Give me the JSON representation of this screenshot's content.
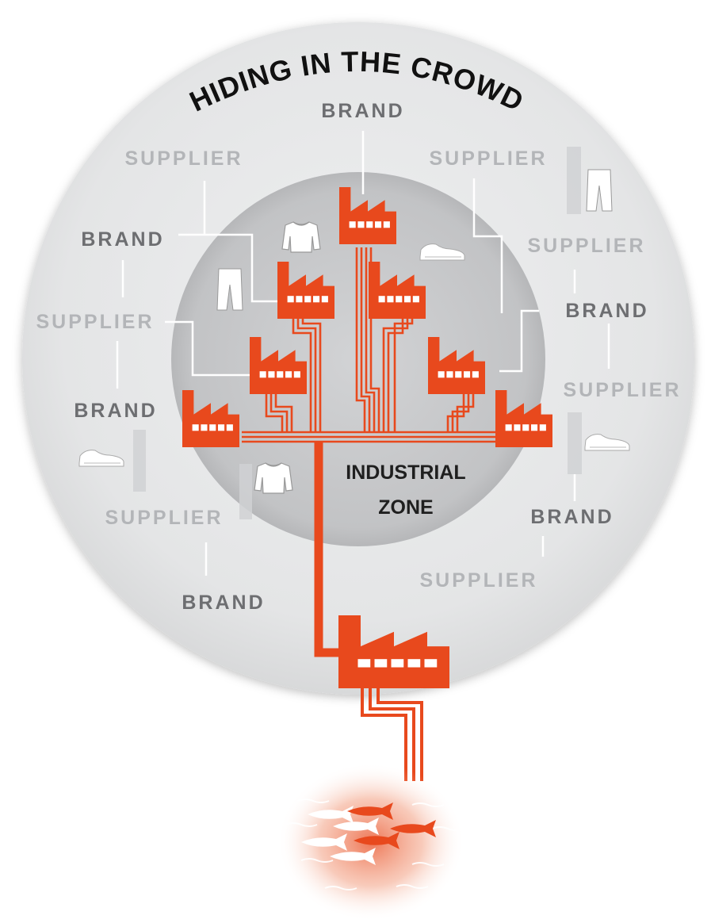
{
  "title": "HIDING IN THE CROWD",
  "center_label": {
    "line1": "INDUSTRIAL",
    "line2": "ZONE"
  },
  "labels": {
    "brand_top": "BRAND",
    "supplier_ul": "SUPPLIER",
    "supplier_ur": "SUPPLIER",
    "brand_l1": "BRAND",
    "supplier_l": "SUPPLIER",
    "brand_l2": "BRAND",
    "supplier_ll": "SUPPLIER",
    "brand_bl": "BRAND",
    "supplier_r1": "SUPPLIER",
    "brand_r1": "BRAND",
    "supplier_r2": "SUPPLIER",
    "brand_r2": "BRAND",
    "supplier_b": "SUPPLIER"
  },
  "icons": [
    "factory-icon",
    "sweater-icon",
    "pants-icon",
    "sneaker-icon",
    "fish-icon"
  ],
  "colors": {
    "factory": "#e8491d",
    "outer_circle": "#e6e7e8",
    "inner_circle": "#c4c5c7",
    "brand_text": "#6d6e71",
    "supplier_text": "#b3b5b8"
  }
}
